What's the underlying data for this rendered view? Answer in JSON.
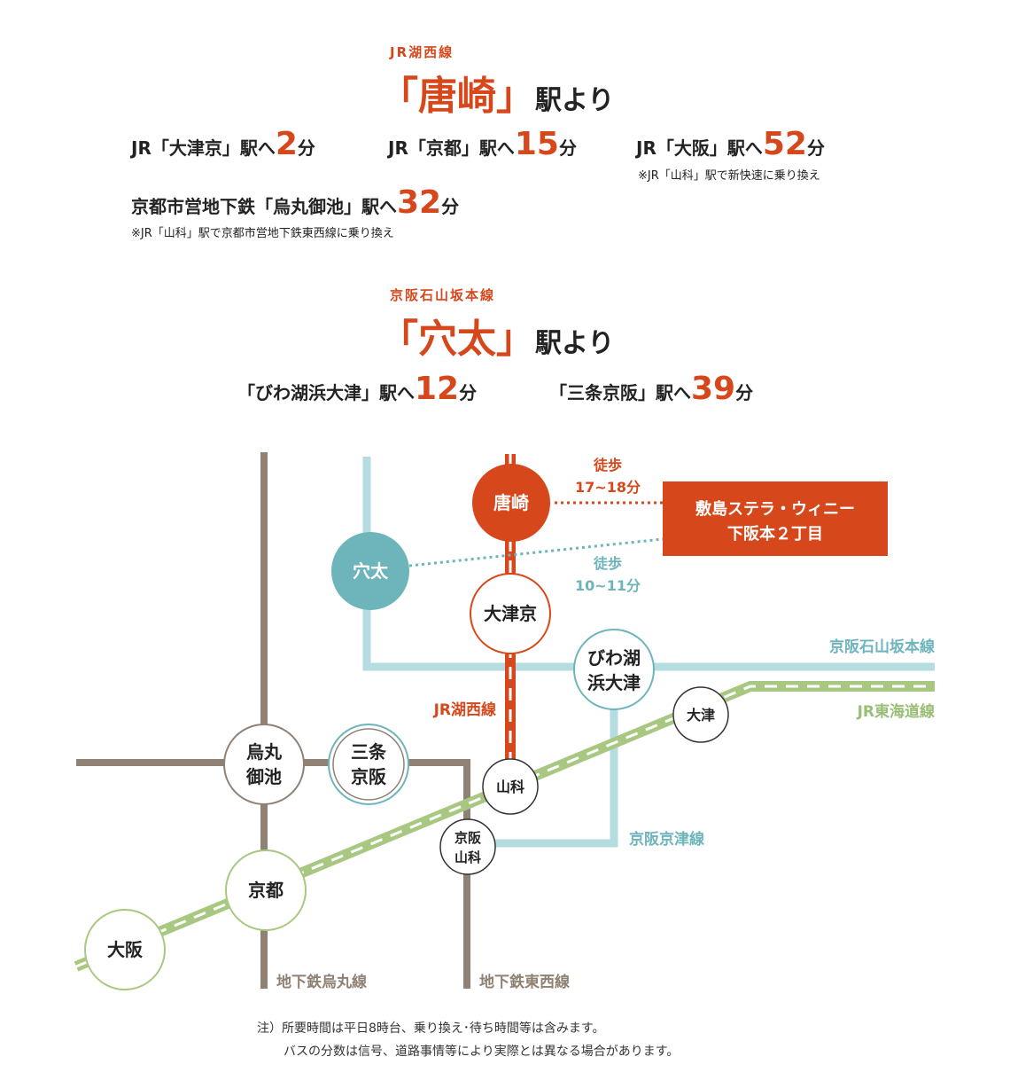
{
  "karasaki": {
    "line_name": "JR湖西線",
    "station_title": "「唐崎」",
    "yori": "駅より",
    "routes": [
      {
        "label": "JR「大津京」駅へ",
        "minutes": "2",
        "unit": "分",
        "note": ""
      },
      {
        "label": "JR「京都」駅へ",
        "minutes": "15",
        "unit": "分",
        "note": ""
      },
      {
        "label": "JR「大阪」駅へ",
        "minutes": "52",
        "unit": "分",
        "note": "※JR「山科」駅で新快速に乗り換え"
      },
      {
        "label": "京都市営地下鉄「烏丸御池」駅へ",
        "minutes": "32",
        "unit": "分",
        "note": "※JR「山科」駅で京都市営地下鉄東西線に乗り換え"
      }
    ]
  },
  "anou": {
    "line_name": "京阪石山坂本線",
    "station_title": "「穴太」",
    "yori": "駅より",
    "routes": [
      {
        "label": "「びわ湖浜大津」駅へ",
        "minutes": "12",
        "unit": "分"
      },
      {
        "label": "「三条京阪」駅へ",
        "minutes": "39",
        "unit": "分"
      }
    ]
  },
  "map": {
    "stations": {
      "karasaki": "唐崎",
      "anou": "穴太",
      "otsukyo": "大津京",
      "biwako_line1": "びわ湖",
      "biwako_line2": "浜大津",
      "otsu": "大津",
      "yamashina": "山科",
      "keihan_yamashina_line1": "京阪",
      "keihan_yamashina_line2": "山科",
      "karasuma_line1": "烏丸",
      "karasuma_line2": "御池",
      "sanjo_line1": "三条",
      "sanjo_line2": "京阪",
      "kyoto": "京都",
      "osaka": "大阪"
    },
    "destination": {
      "line1": "敷島ステラ・ウィニー",
      "line2": "下阪本２丁目"
    },
    "walk_karasaki": {
      "label": "徒歩",
      "time": "17~18分"
    },
    "walk_anou": {
      "label": "徒歩",
      "time": "10~11分"
    },
    "lines": {
      "keihan_ishiyama": "京阪石山坂本線",
      "jr_tokaido": "JR東海道線",
      "jr_kosei": "JR湖西線",
      "keihan_keishin": "京阪京津線",
      "subway_karasuma": "地下鉄烏丸線",
      "subway_tozai": "地下鉄東西線"
    },
    "colors": {
      "orange": "#d6481b",
      "teal": "#6db4bb",
      "light_teal": "#b5dde1",
      "brown": "#8f8173",
      "green": "#a8c882",
      "green_label": "#98be76"
    }
  },
  "footnote": {
    "line1": "注）所要時間は平日8時台、乗り換え･待ち時間等は含みます。",
    "line2": "バスの分数は信号、道路事情等により実際とは異なる場合があります。"
  }
}
